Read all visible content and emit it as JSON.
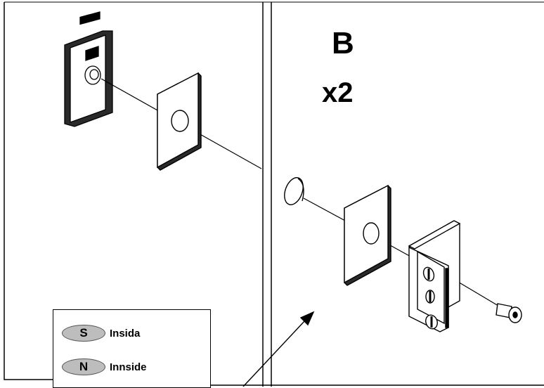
{
  "step": {
    "letter": "B",
    "quantity": "x2"
  },
  "legend": [
    {
      "code": "S",
      "label": "Insida"
    },
    {
      "code": "N",
      "label": "Innside"
    }
  ],
  "colors": {
    "line": "#000000",
    "pill_fill": "#bdbdbd",
    "background": "#ffffff"
  },
  "icons": [
    "hinge-plate-icon",
    "mounting-plate-icon",
    "cap-icon",
    "bracket-icon",
    "screw-icon",
    "arrow-icon"
  ]
}
